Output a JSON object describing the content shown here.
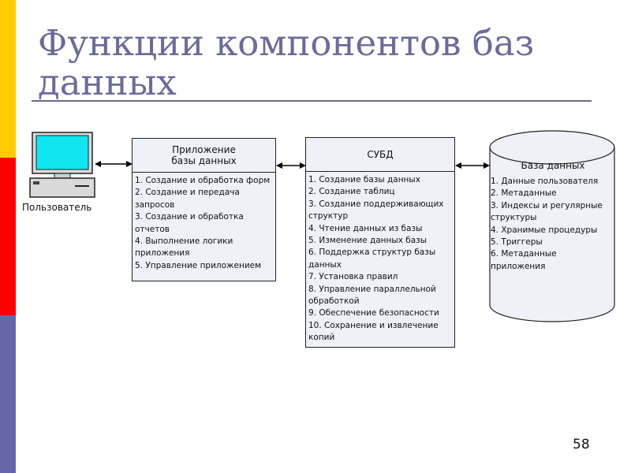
{
  "slide": {
    "title": "Функции компонентов баз данных",
    "page_number": "58",
    "colors": {
      "bar_yellow": "#ffcc00",
      "bar_red": "#ff0000",
      "bar_purple": "#6666aa",
      "title": "#6b6b9a"
    }
  },
  "user": {
    "label": "Пользователь",
    "icon": "computer-icon"
  },
  "application": {
    "title_line1": "Приложение",
    "title_line2": "базы данных",
    "items": [
      "1. Создание и обработка форм",
      "2. Создание и передача запросов",
      "3. Создание и обработка отчетов",
      "4. Выполнение логики приложения",
      "5. Управление приложением"
    ]
  },
  "dbms": {
    "title": "СУБД",
    "items": [
      "1. Создание базы данных",
      "2. Создание таблиц",
      "3. Создание поддерживающих структур",
      "4. Чтение данных из базы",
      "5. Изменение данных базы",
      "6. Поддержка структур базы данных",
      "7. Установка правил",
      "8. Управление параллельной обработкой",
      "9. Обеспечение безопасности",
      "10. Сохранение и извлечение копий"
    ]
  },
  "database": {
    "title": "База данных",
    "items": [
      "1. Данные пользователя",
      "2. Метаданные",
      "3. Индексы и регулярные структуры",
      "4. Хранимые процедуры",
      "5. Триггеры",
      "6. Метаданные приложения"
    ]
  }
}
